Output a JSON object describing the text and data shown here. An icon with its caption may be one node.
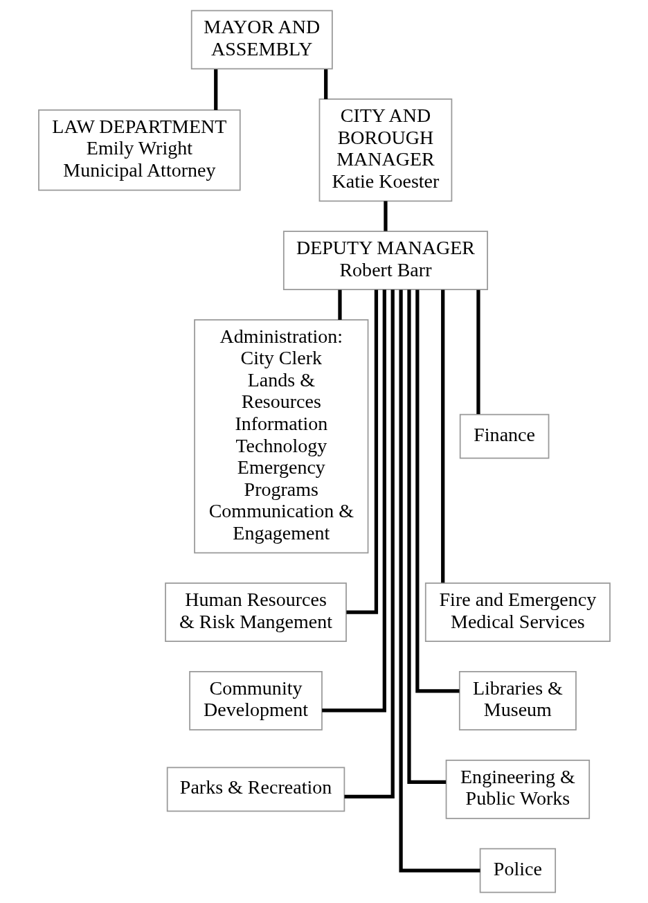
{
  "diagram": {
    "nodes": [
      {
        "text": [
          "MAYOR AND ASSEMBLY"
        ]
      },
      {
        "text": [
          "LAW DEPARTMENT",
          "Emily Wright",
          "Municipal Attorney"
        ]
      },
      {
        "text": [
          "CITY AND BOROUGH MANAGER",
          "Katie Koester"
        ]
      },
      {
        "text": [
          "DEPUTY MANAGER",
          "Robert Barr"
        ]
      },
      {
        "text": [
          "Administration:",
          "City Clerk",
          "Lands & Resources",
          "Information Technology",
          "Emergency Programs",
          "Communication & Engagement"
        ]
      },
      {
        "text": [
          "Finance"
        ]
      },
      {
        "text": [
          "Fire and Emergency Medical Services"
        ]
      },
      {
        "text": [
          "Human Resources & Risk Mangement"
        ]
      },
      {
        "text": [
          "Libraries & Museum"
        ]
      },
      {
        "text": [
          "Engineering & Public Works"
        ]
      },
      {
        "text": [
          "Community Development"
        ]
      },
      {
        "text": [
          "Police"
        ]
      },
      {
        "text": [
          "Parks & Recreation"
        ]
      }
    ],
    "edges": [
      {
        "from": 0,
        "to": 1,
        "arrow": "none"
      },
      {
        "from": 0,
        "to": 2,
        "arrow": "none"
      },
      {
        "from": 2,
        "to": 3,
        "arrow": "none"
      },
      {
        "from": 3,
        "to": 4,
        "arrow": "none"
      },
      {
        "from": 3,
        "to": 5,
        "arrow": "none"
      },
      {
        "from": 3,
        "to": 6,
        "arrow": "none"
      },
      {
        "from": 3,
        "to": 7,
        "arrow": "none"
      },
      {
        "from": 3,
        "to": 8,
        "arrow": "none"
      },
      {
        "from": 3,
        "to": 9,
        "arrow": "none"
      },
      {
        "from": 3,
        "to": 10,
        "arrow": "none"
      },
      {
        "from": 3,
        "to": 11,
        "arrow": "none"
      },
      {
        "from": 3,
        "to": 12,
        "arrow": "none"
      }
    ]
  }
}
